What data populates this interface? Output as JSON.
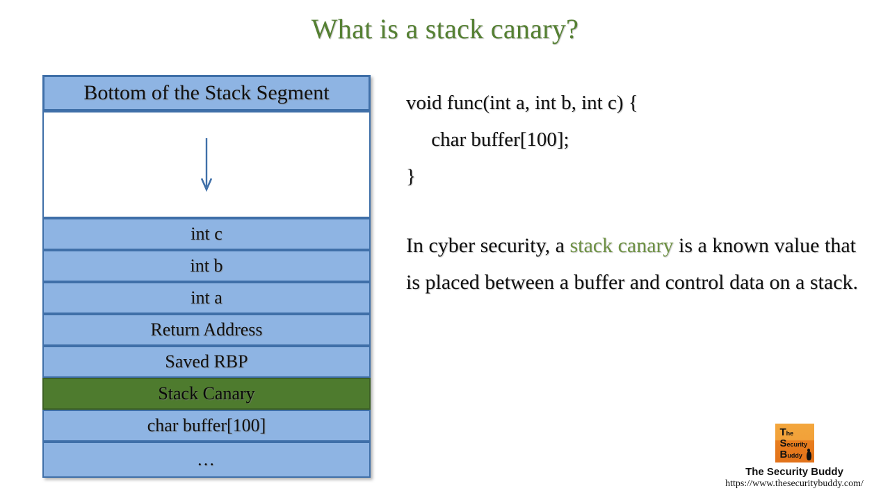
{
  "slide": {
    "title": "What is a stack canary?",
    "title_color": "#558033"
  },
  "diagram": {
    "name": "stack-layout-diagram",
    "fill_color": "#8EB4E3",
    "border_color": "#3F6FA8",
    "canary_color": "#4E7B2E",
    "arrow_direction": "down",
    "arrow_icon": "down-arrow-icon",
    "rows": [
      {
        "label": "Bottom of the Stack Segment",
        "kind": "header"
      },
      {
        "label": "",
        "kind": "empty"
      },
      {
        "label": "int c",
        "kind": "normal"
      },
      {
        "label": "int b",
        "kind": "normal"
      },
      {
        "label": "int a",
        "kind": "normal"
      },
      {
        "label": "Return Address",
        "kind": "normal"
      },
      {
        "label": "Saved RBP",
        "kind": "normal"
      },
      {
        "label": "Stack Canary",
        "kind": "canary"
      },
      {
        "label": "char buffer[100]",
        "kind": "normal"
      },
      {
        "label": "…",
        "kind": "ellipsis"
      }
    ]
  },
  "code": {
    "lines": [
      "void func(int a, int b, int c) {",
      "     char buffer[100];",
      "}"
    ]
  },
  "description": {
    "before": "In cyber security, a ",
    "highlight": "stack canary",
    "after": " is a known value that is placed between a buffer and control data on a stack.",
    "highlight_color": "#6E9144"
  },
  "brand": {
    "logo_line_1_cap": "T",
    "logo_line_1_rest": "he",
    "logo_line_2_cap": "S",
    "logo_line_2_rest": "ecurity",
    "logo_line_3_cap": "B",
    "logo_line_3_rest": "uddy",
    "name": "The Security Buddy",
    "url": "https://www.thesecuritybuddy.com/",
    "logo_color": "#E8871E"
  }
}
